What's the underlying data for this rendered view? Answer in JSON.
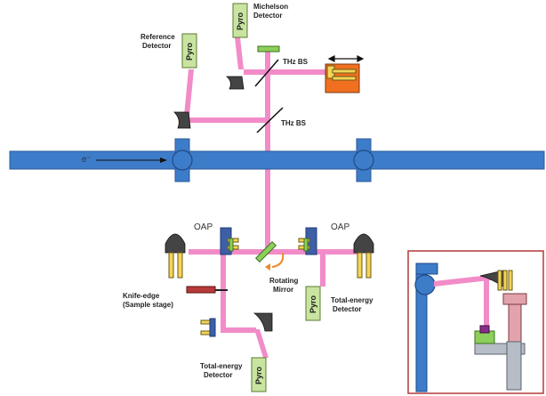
{
  "labels": {
    "michelson_detector": [
      "Michelson",
      "Detector"
    ],
    "reference_detector": [
      "Reference",
      "Detector"
    ],
    "thz_bs_upper": "THz BS",
    "thz_bs_lower": "THz BS",
    "electron": "e⁻",
    "oap_left": "OAP",
    "oap_right": "OAP",
    "rotating_mirror": [
      "Rotating",
      "Mirror"
    ],
    "knife_edge": [
      "Knife-edge",
      "(Sample stage)"
    ],
    "total_energy_right": [
      "Total-energy",
      "Detector"
    ],
    "total_energy_bottom": [
      "Total-energy",
      "Detector"
    ],
    "pyro": "Pyro"
  },
  "colors": {
    "beamline": "#3d7cc9",
    "beamline_edge": "#2a5a99",
    "thz_beam": "#f28cc8",
    "pyro_fill": "#c9e4a0",
    "pyro_edge": "#5c7a2f",
    "mirror_dark": "#444444",
    "stage_orange": "#f07020",
    "inset_border": "#b33a3a"
  }
}
